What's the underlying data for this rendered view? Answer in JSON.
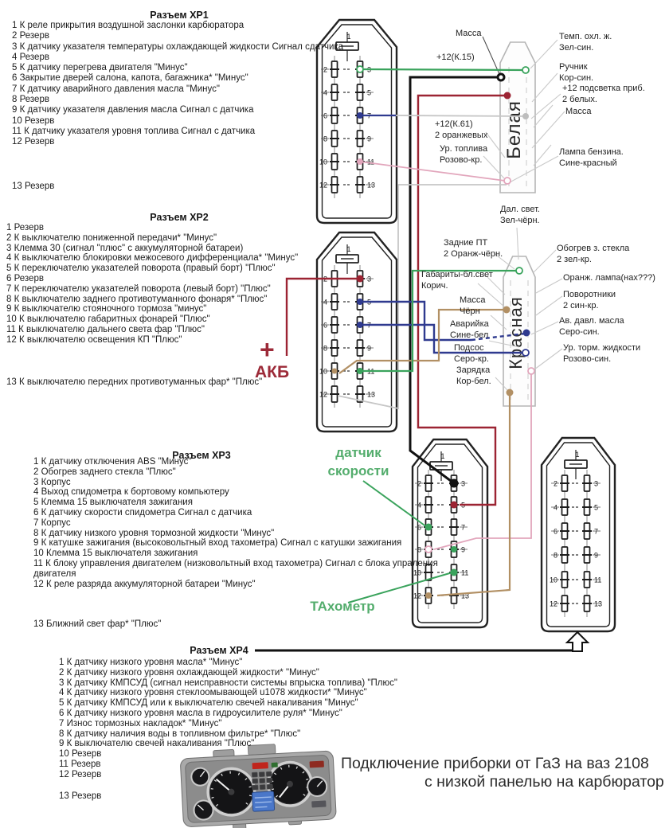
{
  "palette": {
    "green": "#3aa35c",
    "green_text": "#54ad6d",
    "black": "#111111",
    "red": "#9c2433",
    "navy": "#2f3a8f",
    "pink": "#e2a6bc",
    "tan": "#b29064",
    "gray_wire": "#c6c6c6",
    "gray_dot": "#bdbdbd",
    "leader": "#c9c9c9",
    "plug_stroke": "#b5b5b5",
    "ink": "#222222",
    "battery_red": "#9c2a38"
  },
  "title": {
    "line1": "Подключение приборки от ГаЗ на ваз 2108",
    "line2": "с низкой панелью на карбюратор"
  },
  "plugs": {
    "white": "Белая",
    "red": "Красная"
  },
  "battery": {
    "plus": "+",
    "label": "АКБ"
  },
  "green_labels": {
    "speed_sensor": "датчик\nскорости",
    "tachometer": "ТАхометр"
  },
  "pin_numbers": [
    "1",
    "2",
    "3",
    "4",
    "5",
    "6",
    "7",
    "8",
    "9",
    "10",
    "11",
    "12",
    "13"
  ],
  "connectors": [
    {
      "id": "xp1",
      "title": "Разъем ХР1",
      "pins": [
        "1 К реле прикрытия воздушной заслонки карбюратора",
        "2 Резерв",
        "3 К датчику указателя температуры охлаждающей жидкости Сигнал сдатчика",
        "4 Резерв",
        "5 К датчику перегрева двигателя \"Минус\"",
        "6 Закрытие дверей салона, капота, багажника* \"Минус\"",
        "7 К датчику аварийного давления масла \"Минус\"",
        "8 Резерв",
        "9 К датчику указателя давления масла Сигнал с датчика",
        "10 Резерв",
        "11 К датчику указателя уровня топлива Сигнал с датчика",
        "12 Резерв",
        "13 Резерв"
      ]
    },
    {
      "id": "xp2",
      "title": "Разъем ХР2",
      "pins": [
        "1 Резерв",
        "2 К выключателю пониженной передачи* \"Минус\"",
        "3 Клемма 30 (сигнал \"плюс\" с аккумуляторной батареи)",
        "4 К выключателю блокировки межосевого дифференциала* \"Минус\"",
        "5 К переключателю указателей поворота (правый борт) \"Плюс\"",
        "6 Резерв",
        "7 К переключателю указателей поворота (левый борт) \"Плюс\"",
        "8 К выключателю заднего противотуманного фонаря* \"Плюс\"",
        "9 К выключателю стояночного тормоза \"минус\"",
        "10 К выключателю габаритных фонарей \"Плюс\"",
        "11 К выключателю дальнего света фар \"Плюс\"",
        "12 К выключателю освещения КП \"Плюс\"",
        "13 К выключателю передних противотуманных фар* \"Плюс\""
      ]
    },
    {
      "id": "xp3",
      "title": "Разъем ХР3",
      "pins": [
        "1 К датчику отключения ABS \"Минус\"",
        "2 Обогрев заднего стекла \"Плюс\"",
        "3 Корпус",
        "4 Выход спидометра к бортовому компьютеру",
        "5 Клемма 15 выключателя зажигания",
        "6 К датчику скорости спидометра Сигнал с датчика",
        "7 Корпус",
        "8 К датчику низкого уровня тормозной жидкости \"Минус\"",
        "9 К катушке зажигания (высоковольтный вход тахометра) Сигнал с катушки зажигания",
        "10 Клемма 15 выключателя зажигания",
        "11 К блоку управления двигателем (низковольтный вход тахометра) Сигнал с блока упраления\nдвигателя",
        "12 К реле разряда аккумуляторной батареи \"Минус\"",
        "13 Ближний свет фар* \"Плюс\""
      ]
    },
    {
      "id": "xp4",
      "title": "Разъем ХР4",
      "pins": [
        "1 К датчику низкого уровня масла* \"Минус\"",
        "2 К датчику низкого уровня охлаждающей жидкости* \"Минус\"",
        "3 К датчику КМПСУД (сигнал неисправности системы впрыска топлива) \"Плюс\"",
        "4 К датчику низкого уровня стеклоомывающей u1078 жидкости* \"Минус\"",
        "5 К датчику КМПСУД или к выключателю свечей накаливания \"Минус\"",
        "6 К датчику низкого уровня масла в гидроусилителе руля* \"Минус\"",
        "7 Износ тормозных накладок* \"Минус\"",
        "8 К датчику наличия воды в топливном фильтре* \"Плюс\"",
        "9 К выключателю свечей накаливания \"Плюс\"",
        "10 Резерв",
        "11 Резерв",
        "12 Резерв",
        "13 Резерв"
      ]
    }
  ],
  "labels": {
    "w_massa_left": "Масса",
    "w_k15": "+12(К.15)",
    "w_k61": "+12(К.61)\n2 оранжевых",
    "w_fuel": "Ур. топлива\nРозово-кр.",
    "w_temp": "Темп. охл. ж.\nЗел-син.",
    "w_ruchnik": "Ручник\nКор-син.",
    "w_podsvetka": "+12 подсветка приб.\n2 белых.",
    "w_massa_right": "Масса",
    "w_lampa": "Лампа бензина.\nСине-красный",
    "r_dalsvet": "Дал. свет.\nЗел-чёрн.",
    "r_zadnie": "Задние ПТ\n2 Оранж-чёрн.",
    "r_gabarity": "Габариты-бл.свет\nКорич.",
    "r_massa": "Масса\nЧёрн",
    "r_avariyka": "Аварийка\nСине-бел",
    "r_podsos": "Подсос\nСеро-кр.",
    "r_zaryadka": "Зарядка\nКор-бел.",
    "r_obogrev": "Обогрев з. стекла\n2 зел-кр.",
    "r_oranzh": "Оранж. лампа(нах???)",
    "r_povorot": "Поворотники\n2 син-кр.",
    "r_avdavl": "Ав. давл. масла\nСеро-син.",
    "r_urtorm": "Ур. торм. жидкости\nРозово-син."
  }
}
